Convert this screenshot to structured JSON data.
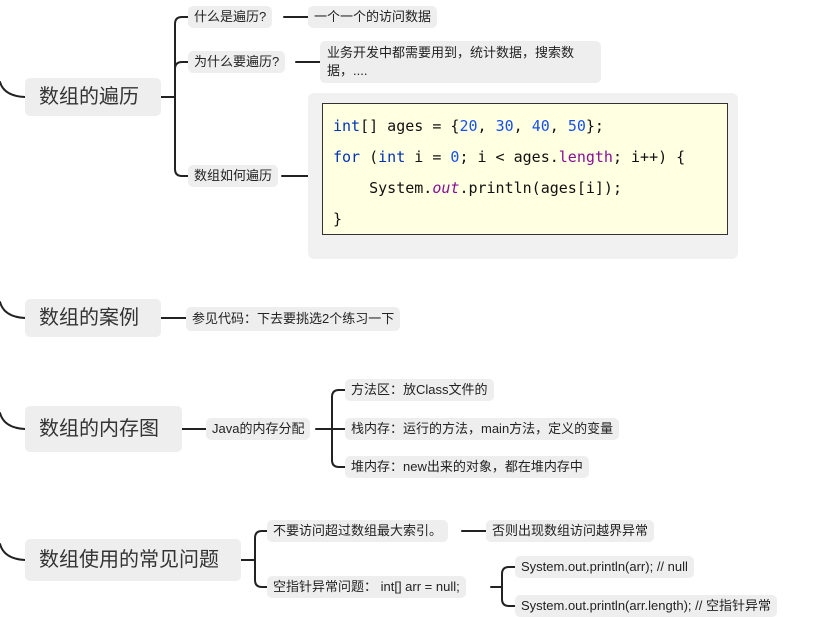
{
  "topics": {
    "traverse": "数组的遍历",
    "case": "数组的案例",
    "memory": "数组的内存图",
    "problems": "数组使用的常见问题"
  },
  "traverse": {
    "what": "什么是遍历?",
    "what_answer": "一个一个的访问数据",
    "why": "为什么要遍历?",
    "why_answer": "业务开发中都需要用到，统计数据，搜索数据，....",
    "how": "数组如何遍历",
    "code": {
      "l1": {
        "kw": "int",
        "a": "[] ages = {",
        "n1": "20",
        "c1": ", ",
        "n2": "30",
        "c2": ", ",
        "n3": "40",
        "c3": ", ",
        "n4": "50",
        "end": "};"
      },
      "l2": {
        "kw1": "for",
        "a": " (",
        "kw2": "int",
        "b": " i = ",
        "n": "0",
        "c": "; i < ages.",
        "field": "length",
        "d": "; i++) {"
      },
      "l3": {
        "a": "    System.",
        "out": "out",
        "b": ".println(ages[i]);"
      },
      "l4": "}"
    }
  },
  "case": {
    "ref": "参见代码：下去要挑选2个练习一下"
  },
  "memory": {
    "alloc": "Java的内存分配",
    "method_area": "方法区：放Class文件的",
    "stack": "栈内存：运行的方法，main方法，定义的变量",
    "heap": "堆内存：new出来的对象，都在堆内存中"
  },
  "problems": {
    "index": "不要访问超过数组最大索引。",
    "index_result": "否则出现数组访问越界异常",
    "null": "空指针异常问题： int[] arr = null;",
    "null_1": "System.out.println(arr); //  null",
    "null_2": "System.out.println(arr.length); //  空指针异常"
  }
}
